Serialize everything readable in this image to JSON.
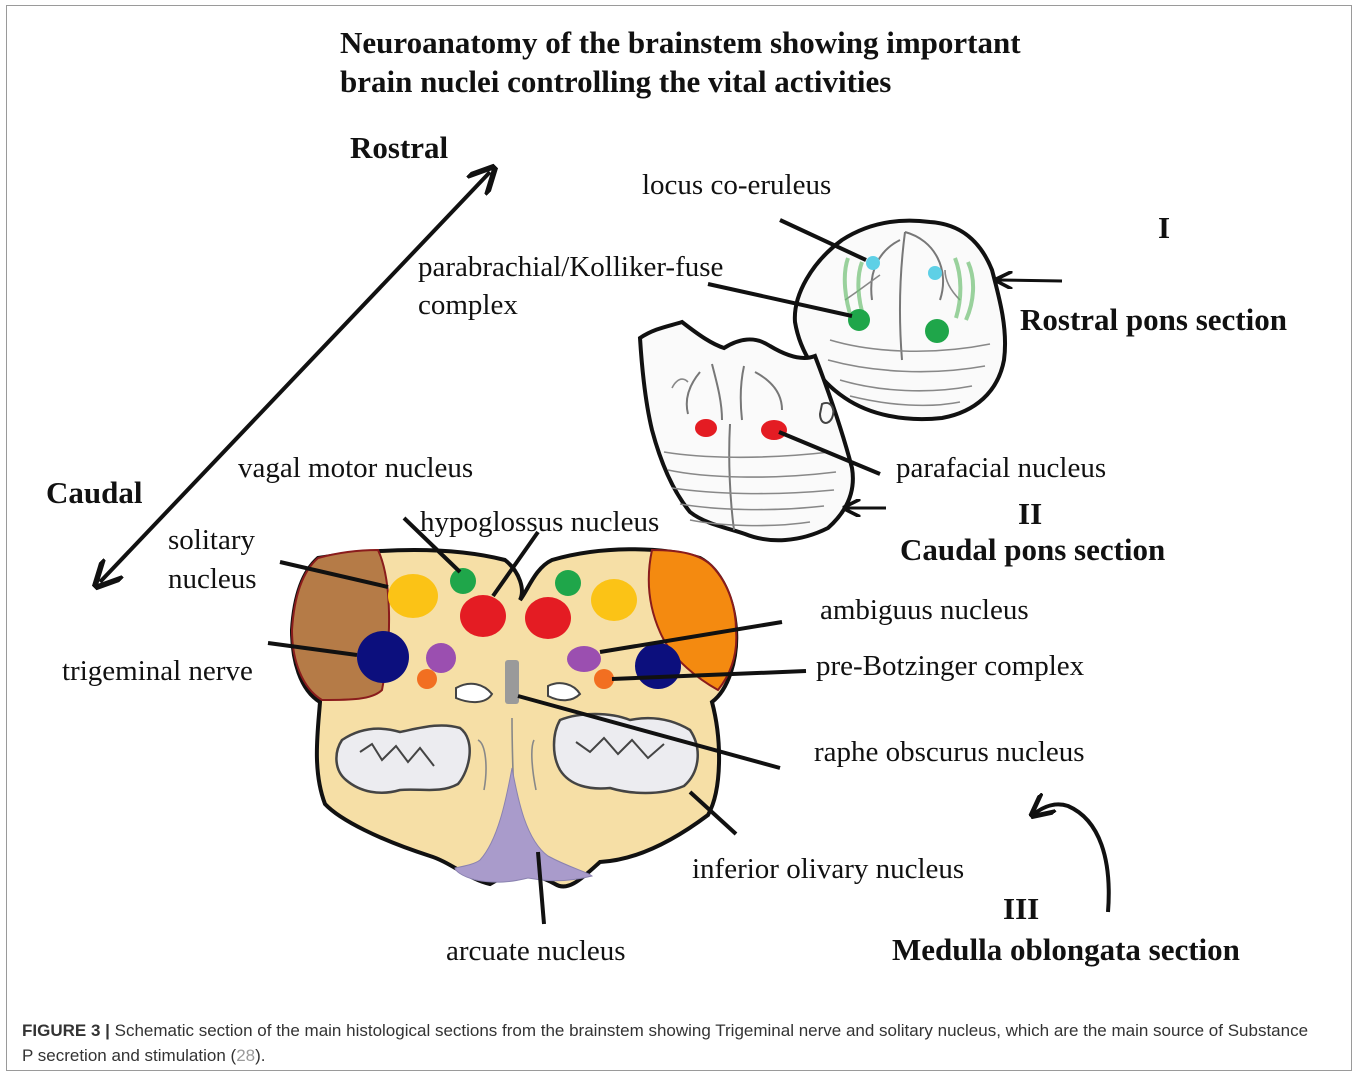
{
  "title": {
    "line1": "Neuroanatomy of the brainstem showing important",
    "line2": "brain nuclei controlling the vital activities"
  },
  "axis": {
    "rostral": "Rostral",
    "caudal": "Caudal"
  },
  "sections": {
    "rostral_pons": {
      "numeral": "I",
      "label": "Rostral pons section"
    },
    "caudal_pons": {
      "numeral": "II",
      "label": "Caudal pons section"
    },
    "medulla": {
      "numeral": "III",
      "label": "Medulla oblongata section"
    }
  },
  "labels": {
    "locus": "locus co-eruleus",
    "parabrachial_1": "parabrachial/Kolliker-fuse",
    "parabrachial_2": "complex",
    "parafacial": "parafacial nucleus",
    "vagal": "vagal motor nucleus",
    "hypoglossus": "hypoglossus nucleus",
    "solitary_1": "solitary",
    "solitary_2": "nucleus",
    "trigeminal": "trigeminal nerve",
    "ambiguus": "ambiguus nucleus",
    "prebotzinger": "pre-Botzinger complex",
    "raphe": "raphe obscurus nucleus",
    "inferior_olivary": "inferior olivary nucleus",
    "arcuate": "arcuate nucleus"
  },
  "colors": {
    "medulla_fill": "#f6dfa6",
    "trigeminal_left": "#b57b47",
    "trigeminal_right": "#f48a10",
    "solitary": "#fbc316",
    "vagal": "#1fa64a",
    "hypoglossus": "#e41c23",
    "trigeminal_nucleus": "#0c0f7d",
    "ambiguus": "#9b4fb0",
    "prebotzinger": "#f26f21",
    "arcuate": "#a99bcb",
    "locus": "#5ed0e6",
    "parabrachial": "#1fa64a",
    "parafacial": "#e41c23"
  },
  "caption": {
    "figure_no": "FIGURE 3 |",
    "text": " Schematic section of the main histological sections from the brainstem showing Trigeminal nerve and solitary nucleus, which are the main source of Substance P secretion and stimulation (",
    "ref": "28",
    "end": ")."
  }
}
